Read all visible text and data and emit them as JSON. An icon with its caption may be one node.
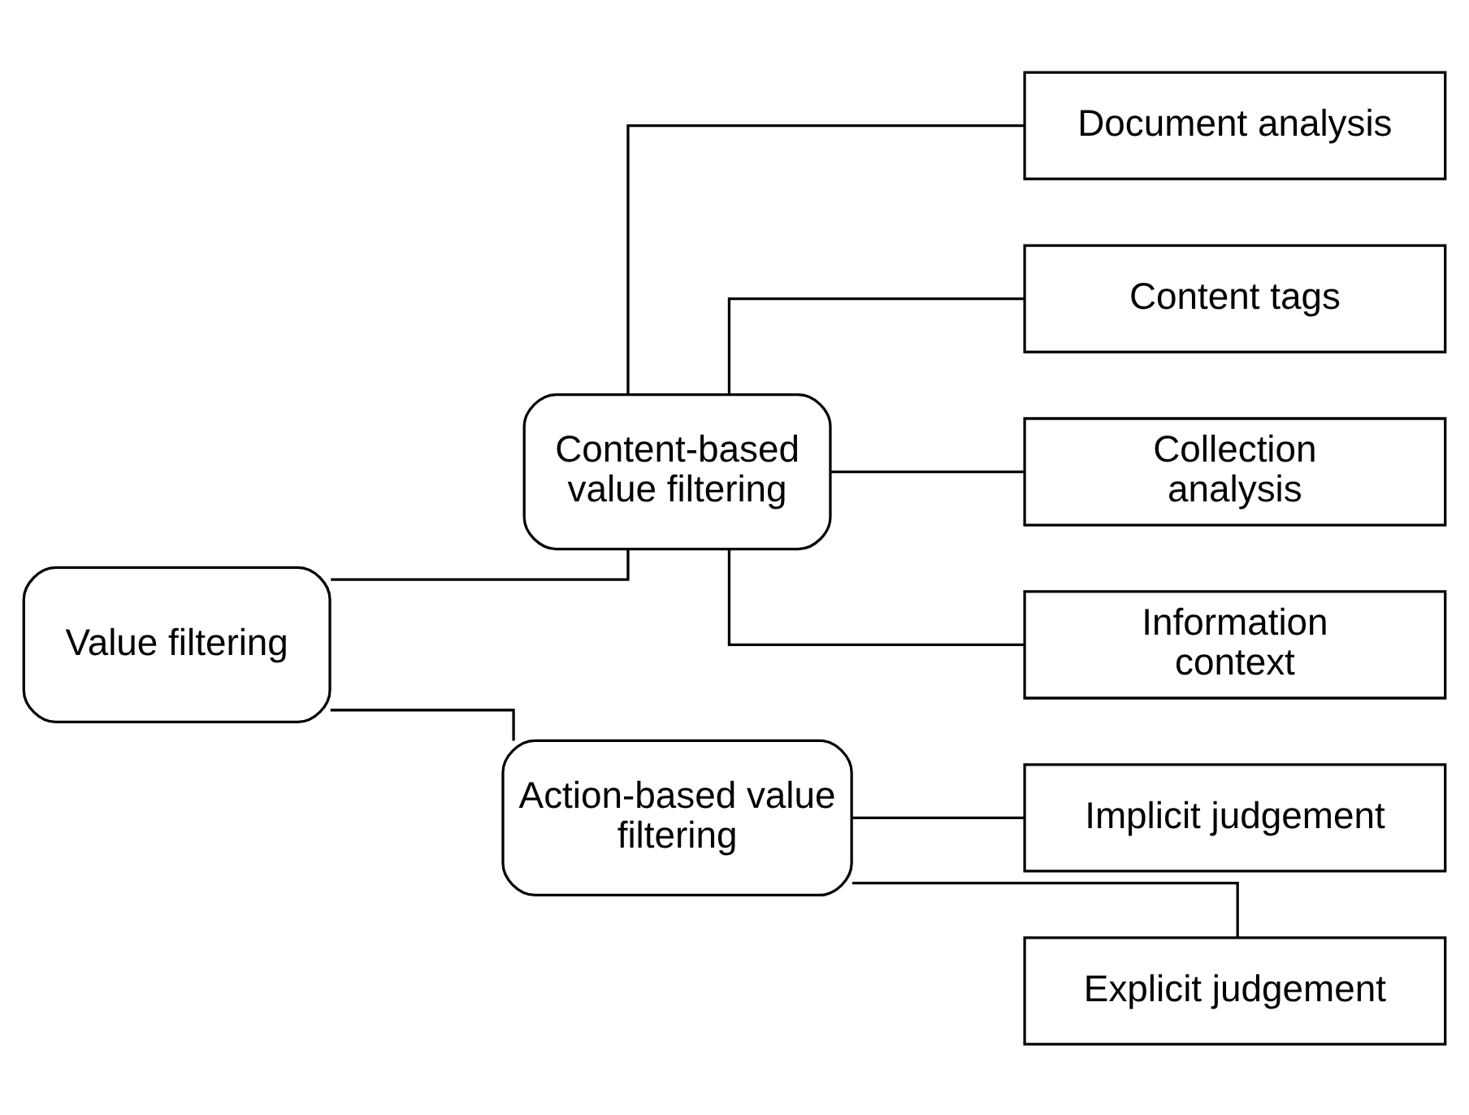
{
  "diagram": {
    "nodes": [
      {
        "text": [
          "Value filtering"
        ]
      },
      {
        "text": [
          "Content-based value filtering"
        ]
      },
      {
        "text": [
          "Action-based value filtering"
        ]
      },
      {
        "text": [
          "Document analysis"
        ]
      },
      {
        "text": [
          "Content tags"
        ]
      },
      {
        "text": [
          "Collection analysis"
        ]
      },
      {
        "text": [
          "Information context"
        ]
      },
      {
        "text": [
          "Implicit judgement"
        ]
      },
      {
        "text": [
          "Explicit judgement"
        ]
      }
    ],
    "edges": [
      {
        "from": 0,
        "to": 1,
        "arrow": "none"
      },
      {
        "from": 0,
        "to": 2,
        "arrow": "none"
      },
      {
        "from": 1,
        "to": 3,
        "arrow": "none"
      },
      {
        "from": 1,
        "to": 4,
        "arrow": "none"
      },
      {
        "from": 1,
        "to": 5,
        "arrow": "none"
      },
      {
        "from": 1,
        "to": 6,
        "arrow": "none"
      },
      {
        "from": 2,
        "to": 7,
        "arrow": "none"
      },
      {
        "from": 2,
        "to": 8,
        "arrow": "none"
      }
    ]
  }
}
